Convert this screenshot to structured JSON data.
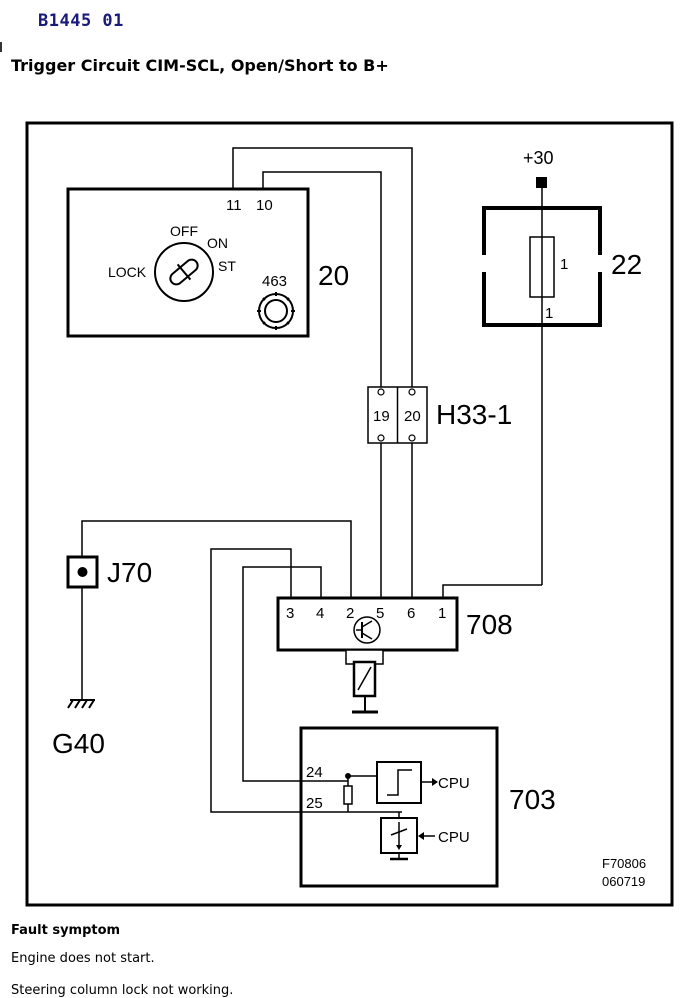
{
  "header": {
    "fault_code": "B1445 01",
    "title": "Trigger Circuit CIM-SCL, Open/Short to B+"
  },
  "diagram": {
    "ignition_switch": {
      "id": "20",
      "pins": [
        "11",
        "10"
      ],
      "positions": [
        "OFF",
        "ON",
        "LOCK",
        "ST"
      ],
      "sub_component": "463"
    },
    "fuse_box": {
      "id": "22",
      "supply": "+30",
      "fuse": "1",
      "pin": "1"
    },
    "connector": {
      "id": "H33-1",
      "pins": [
        "19",
        "20"
      ]
    },
    "ground_point": {
      "id": "J70"
    },
    "ground": {
      "id": "G40"
    },
    "steering_lock": {
      "id": "708",
      "pins": [
        "3",
        "4",
        "2",
        "5",
        "6",
        "1"
      ]
    },
    "control_module": {
      "id": "703",
      "pins": [
        "24",
        "25"
      ],
      "cpu_labels": [
        "CPU",
        "CPU"
      ]
    },
    "figure_ref": [
      "F70806",
      "060719"
    ]
  },
  "fault": {
    "heading": "Fault symptom",
    "symptoms": [
      "Engine does not start.",
      "Steering column lock not working."
    ]
  }
}
